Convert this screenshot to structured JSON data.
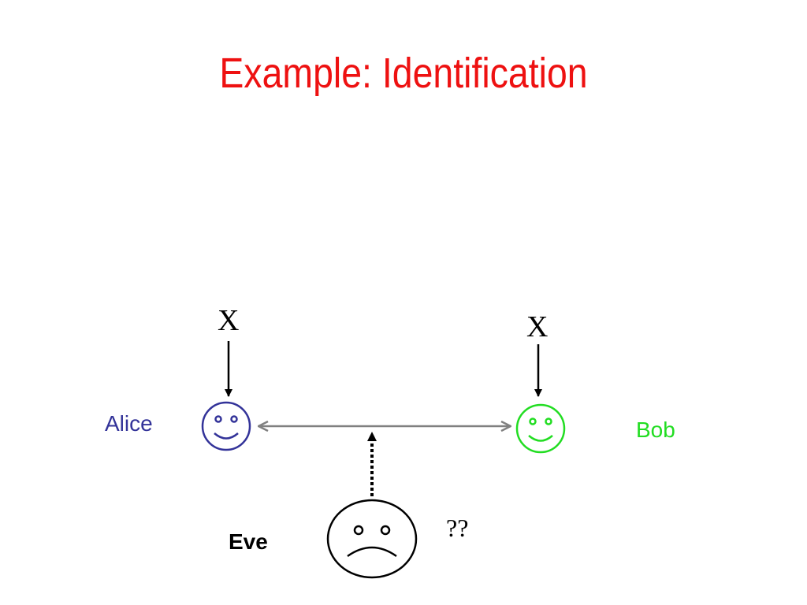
{
  "title": "Example: Identification",
  "nodes": {
    "alice": {
      "label": "Alice",
      "color": "#333399"
    },
    "bob": {
      "label": "Bob",
      "color": "#22dd22"
    },
    "eve": {
      "label": "Eve",
      "color": "#000000"
    }
  },
  "inputs": {
    "alice_secret": "X",
    "bob_secret": "X"
  },
  "eve_annotation": "??",
  "colors": {
    "title": "#ee1111",
    "channel": "#808080",
    "arrow": "#000000"
  }
}
